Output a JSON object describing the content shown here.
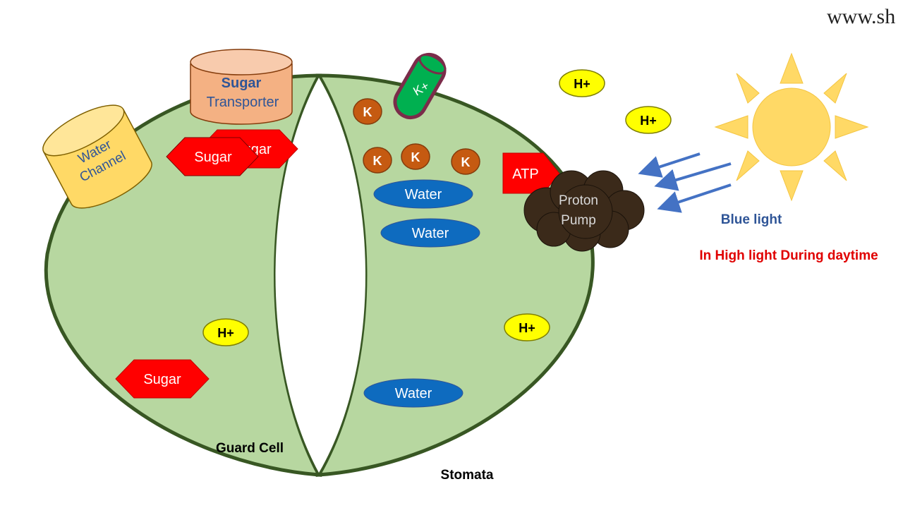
{
  "watermark": "www.sh",
  "colors": {
    "cell_fill": "#b7d7a0",
    "cell_stroke": "#385723",
    "water_fill": "#0e6bbf",
    "k_fill": "#c55a11",
    "h_fill": "#ffff00",
    "sugar_fill": "#ff0000",
    "atp_fill": "#ff0000",
    "pump_fill": "#3b2a1a",
    "sun_fill": "#ffd966",
    "arrow_color": "#4472c4",
    "channel_fill": "#ffd966",
    "transporter_fill": "#f4b183",
    "kchannel_fill": "#00b050",
    "kchannel_stroke": "#7b2c4a",
    "blue_label": "#2f5597",
    "red_label": "#e00000"
  },
  "icons": [
    "sun-icon",
    "arrow-icon"
  ],
  "diagram": {
    "water_channel": "Water Channel",
    "water_channel_lines": [
      "Water",
      "Channel"
    ],
    "sugar_transporter": {
      "line1": "Sugar",
      "line2": "Transporter"
    },
    "k_channel": "K+",
    "atp": "ATP",
    "proton_pump": "Proton Pump",
    "proton_pump_lines": [
      "Proton",
      "Pump"
    ],
    "guard_cell_label": "Guard Cell",
    "stomata_label": "Stomata",
    "blue_light_label": "Blue light",
    "condition_label": "In High light During daytime",
    "sugar": [
      "Sugar",
      "Sugar",
      "Sugar"
    ],
    "water": [
      "Water",
      "Water",
      "Water"
    ],
    "k_ions": [
      "K",
      "K",
      "K",
      "K"
    ],
    "h_ions": [
      "H+",
      "H+",
      "H+",
      "H+"
    ]
  }
}
